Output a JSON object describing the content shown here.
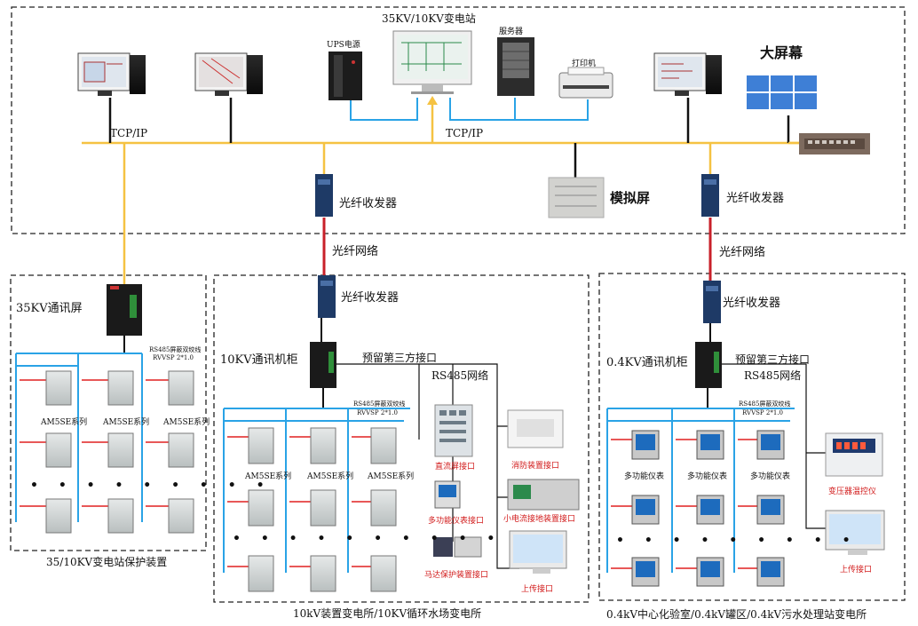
{
  "station": {
    "title": "35KV/10KV变电站",
    "tcpip_left": "TCP/IP",
    "tcpip_right": "TCP/IP",
    "ups": "UPS电源",
    "server": "服务器",
    "printer": "打印机",
    "big_screen": "大屏幕",
    "sim_screen": "模拟屏",
    "fiber_tx_left": "光纤收发器",
    "fiber_tx_right": "光纤收发器"
  },
  "links": {
    "fiber_net_left": "光纤网络",
    "fiber_net_right": "光纤网络"
  },
  "panel35": {
    "title": "35KV通讯屏",
    "bus_label_1": "RS485屏蔽双绞线",
    "bus_label_2": "RVVSP 2*1.0",
    "series": [
      "AM5SE系列",
      "AM5SE系列",
      "AM5SE系列"
    ],
    "dots": "• • • • • • • • •",
    "caption": "35/10KV变电站保护装置"
  },
  "panel10": {
    "fiber_tx": "光纤收发器",
    "cabinet": "10KV通讯机柜",
    "third_party": "预留第三方接口",
    "rs485": "RS485网络",
    "bus_label_1": "RS485屏蔽双绞线",
    "bus_label_2": "RVVSP 2*1.0",
    "series": [
      "AM5SE系列",
      "AM5SE系列",
      "AM5SE系列"
    ],
    "dots": "• • • • • • • • • •",
    "dc_screen": "直流屏接口",
    "fire": "消防装置接口",
    "multi_meter": "多功能仪表接口",
    "grounding": "小电流接地装置接口",
    "motor": "马达保护装置接口",
    "upload": "上传接口",
    "caption": "10kV装置变电所/10KV循环水场变电所"
  },
  "panel04": {
    "fiber_tx": "光纤收发器",
    "cabinet": "0.4KV通讯机柜",
    "third_party": "预留第三方接口",
    "rs485": "RS485网络",
    "bus_label_1": "RS485屏蔽双绞线",
    "bus_label_2": "RVVSP 2*1.0",
    "series": [
      "多功能仪表",
      "多功能仪表",
      "多功能仪表"
    ],
    "dots": "• • • • • • • • •",
    "transformer": "变压器温控仪",
    "upload": "上传接口",
    "caption": "0.4kV中心化验室/0.4kV罐区/0.4kV污水处理站变电所"
  },
  "colors": {
    "tcp_bus": "#f5c242",
    "fiber": "#c8202a",
    "rs485": "#2aa3e6",
    "feeder": "#e02020",
    "label_red": "#d21c1c"
  }
}
